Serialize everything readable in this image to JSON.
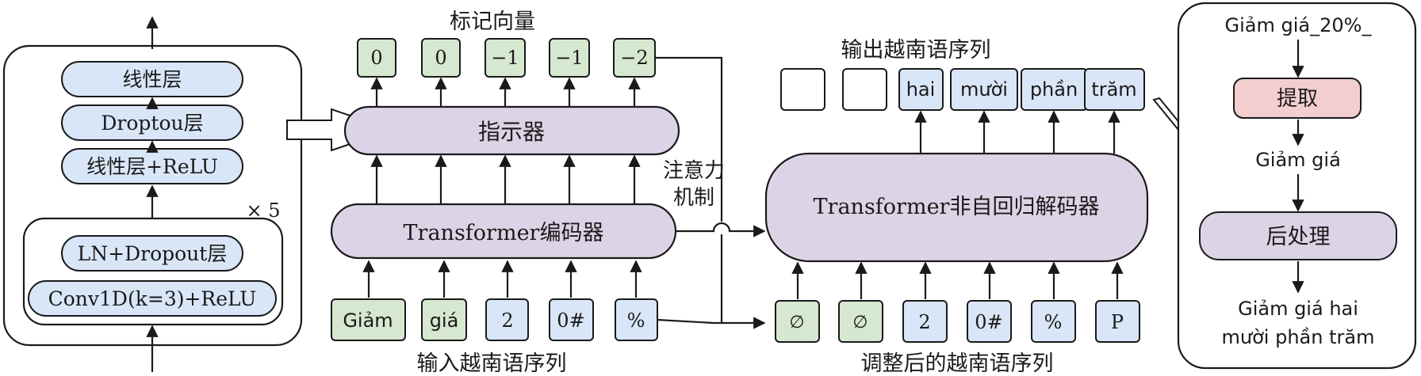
{
  "colors": {
    "blue": "#d9e6f8",
    "green": "#d6e8cf",
    "purple": "#ddd3e6",
    "pink": "#f3cece",
    "stroke": "#1a1a1a"
  },
  "left_module": {
    "layers": [
      "线性层",
      "Droptou层",
      "线性层+ReLU"
    ],
    "repeat": "× 5",
    "inner_layers": [
      "LN+Dropout层",
      "Conv1D(k=3)+ReLU"
    ]
  },
  "tag_vector": {
    "title": "标记向量",
    "values": [
      "0",
      "0",
      "−1",
      "−1",
      "−2"
    ]
  },
  "pointer_label": "指示器",
  "encoder_label": "Transformer编码器",
  "attention_label": [
    "注意力",
    "机制"
  ],
  "input_seq": {
    "caption": "输入越南语序列",
    "tokens": [
      "Giảm",
      "giá",
      "2",
      "0#",
      "%"
    ]
  },
  "decoder_label": "Transformer非自回归解码器",
  "output_seq": {
    "caption": "输出越南语序列",
    "tokens": [
      "",
      "",
      "hai",
      "mười",
      "phần",
      "trăm"
    ]
  },
  "adjusted_seq": {
    "caption": "调整后的越南语序列",
    "tokens": [
      "∅",
      "∅",
      "2",
      "0#",
      "%",
      "P"
    ]
  },
  "right_panel": {
    "input_text": "Giảm  giá_20%_",
    "extract_label": "提取",
    "mid_text": "Giảm giá",
    "postprocess_label": "后处理",
    "result_lines": [
      "Giảm giá hai",
      "mười phần trăm"
    ]
  }
}
